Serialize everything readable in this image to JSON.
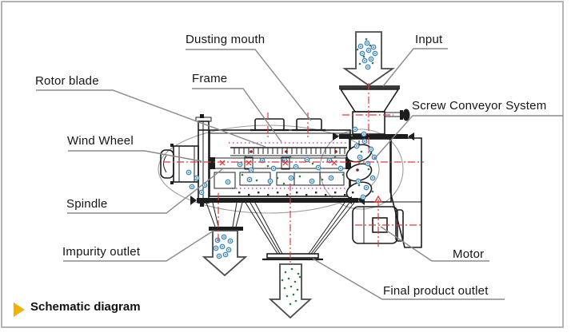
{
  "labels": {
    "dusting_mouth": "Dusting mouth",
    "frame": "Frame",
    "input": "Input",
    "rotor_blade": "Rotor blade",
    "screw_conveyor_system": "Screw Conveyor System",
    "wind_wheel": "Wind Wheel",
    "spindle": "Spindle",
    "impurity_outlet": "Impurity outlet",
    "motor": "Motor",
    "final_product_outlet": "Final product outlet"
  },
  "caption": {
    "text": "Schematic diagram"
  },
  "colors": {
    "border": "#b3b3b3",
    "line": "#1d1d1d",
    "leader": "#8a8a8a",
    "red": "#e23b3b",
    "blue": "#3a86c8",
    "green": "#2f7d46",
    "magenta": "#cc44cc",
    "darkred": "#8b1e1e",
    "gold": "#f2b200"
  }
}
